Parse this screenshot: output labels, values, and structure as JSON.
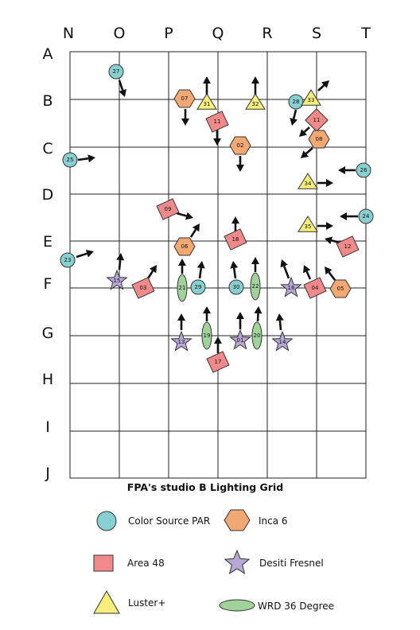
{
  "title": "FPA's studio B Lighting Grid",
  "columns": [
    "N",
    "O",
    "P",
    "Q",
    "R",
    "S",
    "T"
  ],
  "rows": [
    "A",
    "B",
    "C",
    "D",
    "E",
    "F",
    "G",
    "H",
    "I",
    "J"
  ],
  "colors": {
    "par": "#88cfd1",
    "inca": "#f1a873",
    "area": "#f08a8a",
    "desiti": "#b8a6d6",
    "luster": "#f6ef7c",
    "wrd": "#9fd39a",
    "stroke": "#333333"
  },
  "legend": [
    {
      "type": "par",
      "label": "Color Source PAR"
    },
    {
      "type": "inca",
      "label": "Inca 6"
    },
    {
      "type": "area",
      "label": "Area 48"
    },
    {
      "type": "desiti",
      "label": "Desiti Fresnel"
    },
    {
      "type": "luster",
      "label": "Luster+"
    },
    {
      "type": "wrd",
      "label": "WRD 36 Degree"
    }
  ],
  "fixtures": [
    {
      "id": "27",
      "type": "par"
    },
    {
      "id": "07",
      "type": "inca"
    },
    {
      "id": "31",
      "type": "luster"
    },
    {
      "id": "32",
      "type": "luster"
    },
    {
      "id": "28",
      "type": "par"
    },
    {
      "id": "33",
      "type": "luster"
    },
    {
      "id": "11",
      "type": "area"
    },
    {
      "id": "11",
      "type": "area"
    },
    {
      "id": "02",
      "type": "inca"
    },
    {
      "id": "08",
      "type": "inca"
    },
    {
      "id": "25",
      "type": "par"
    },
    {
      "id": "26",
      "type": "par"
    },
    {
      "id": "34",
      "type": "luster"
    },
    {
      "id": "09",
      "type": "area"
    },
    {
      "id": "24",
      "type": "par"
    },
    {
      "id": "35",
      "type": "luster"
    },
    {
      "id": "06",
      "type": "inca"
    },
    {
      "id": "18",
      "type": "area"
    },
    {
      "id": "12",
      "type": "area"
    },
    {
      "id": "23",
      "type": "par"
    },
    {
      "id": "15",
      "type": "desiti"
    },
    {
      "id": "03",
      "type": "area"
    },
    {
      "id": "21",
      "type": "wrd"
    },
    {
      "id": "29",
      "type": "par"
    },
    {
      "id": "30",
      "type": "par"
    },
    {
      "id": "22",
      "type": "wrd"
    },
    {
      "id": "16",
      "type": "desiti"
    },
    {
      "id": "04",
      "type": "area"
    },
    {
      "id": "05",
      "type": "inca"
    },
    {
      "id": "13",
      "type": "desiti"
    },
    {
      "id": "19",
      "type": "wrd"
    },
    {
      "id": "01",
      "type": "desiti"
    },
    {
      "id": "20",
      "type": "wrd"
    },
    {
      "id": "14",
      "type": "desiti"
    },
    {
      "id": "17",
      "type": "area"
    }
  ]
}
